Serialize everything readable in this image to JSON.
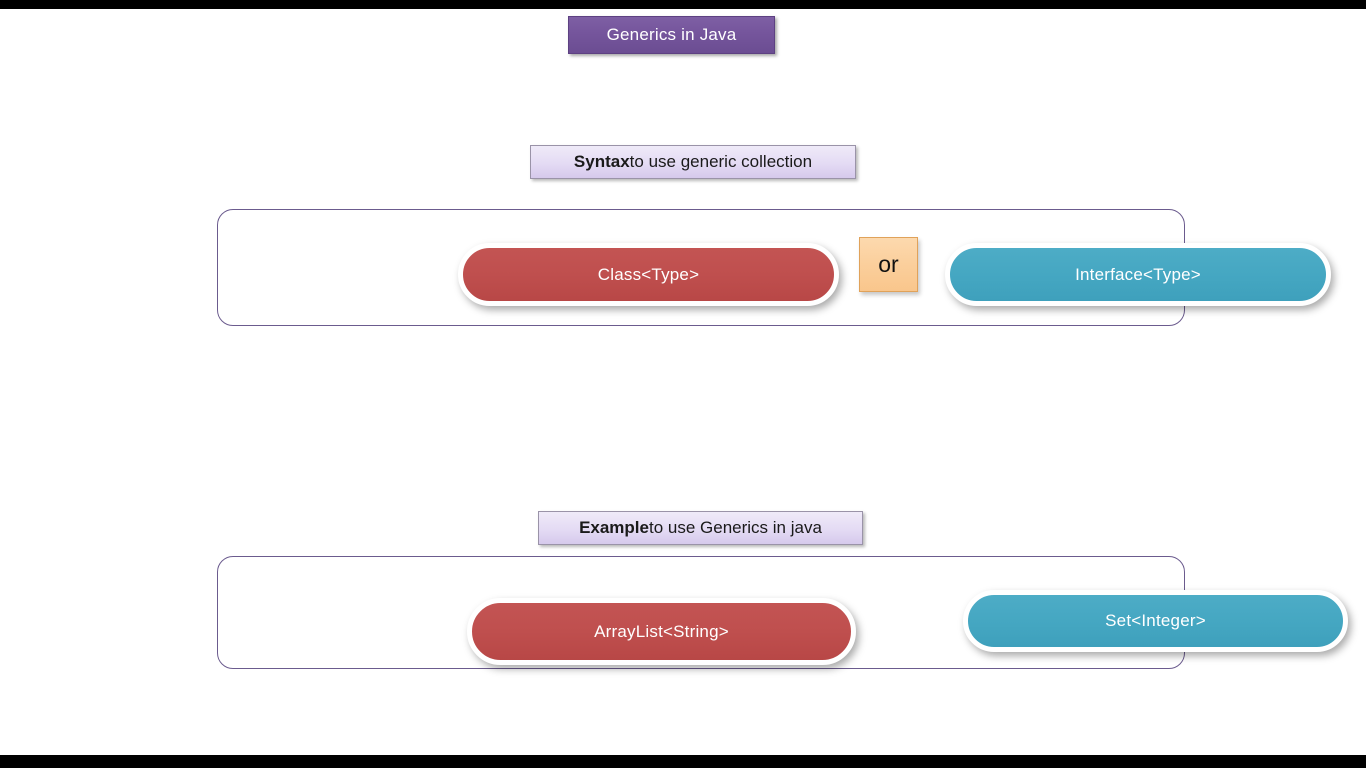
{
  "slide": {
    "title": "Generics in Java",
    "sections": [
      {
        "label_bold": "Syntax",
        "label_rest": " to use generic collection",
        "items": [
          {
            "text": "Class<Type>",
            "color": "#bf4f4e"
          },
          {
            "text": "Interface<Type>",
            "color": "#45a7c2"
          }
        ],
        "connector": "or"
      },
      {
        "label_bold": "Example",
        "label_rest": " to use Generics in java",
        "items": [
          {
            "text": "ArrayList<String>",
            "color": "#bf4f4e"
          },
          {
            "text": "Set<Integer>",
            "color": "#45a7c2"
          }
        ]
      }
    ]
  },
  "colors": {
    "title_purple": "#75559c",
    "label_lavender": "#e4dbf4",
    "pill_red": "#bf4f4e",
    "pill_blue": "#45a7c2",
    "or_peach": "#fbcf9c",
    "container_border": "#6b5b8e",
    "letterbox": "#000000"
  }
}
